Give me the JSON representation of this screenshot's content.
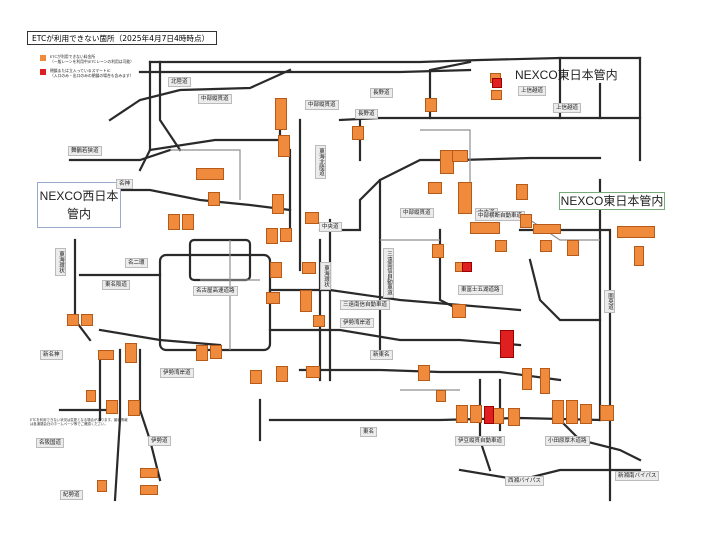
{
  "title": "ETCが利用できない箇所（2025年4月7日4時時点）",
  "legend": [
    {
      "label": "ETCが利用できない料金所",
      "sublabel": "（一般レーンを利用中/ETCレーンの利用は可能）",
      "color": "#f08a3c"
    },
    {
      "label": "閉鎖または立入っているスマートIC",
      "sublabel": "（入口のみ・出口のみの閉鎖の場合も含みます）",
      "color": "#e02020"
    }
  ],
  "regions": {
    "west": "NEXCO西日本管内",
    "east_top": "NEXCO東日本管内",
    "east_mid": "NEXCO東日本管内"
  },
  "roads": {
    "hokuriku": "北陸道",
    "chubu_jukan_1": "中部縦貫道",
    "chubu_jukan_2": "中部縦貫道",
    "chubu_jukan_3": "中部縦貫道",
    "nagano": "長野道",
    "joshinetsu": "上信越道",
    "maizuru": "舞鶴若狭道",
    "meishin": "名神",
    "tokai_hokuriku": "東海北陸道",
    "chuo_1": "中央道",
    "chuo_2": "中央道",
    "meinihan": "名二環",
    "tomei_1": "東名阪道",
    "higashi_fuji": "東富士五湖道路",
    "tokai_kanjo": "東海環状",
    "kensaki": "圏央道",
    "shin_tomei": "新東名",
    "tomei_2": "東名",
    "sanen": "三遠南信自動車道",
    "ise_bay": "伊勢湾岸道",
    "shin_meishin": "新名神",
    "ise": "伊勢道",
    "meihan": "名阪国道",
    "kisei": "紀勢道",
    "izu_jukan": "伊豆縦貫自動車道",
    "odawara": "小田原厚木道路",
    "seisho": "西湘バイパス",
    "shin_shonan": "新湘南バイパス",
    "chubu_odan": "中部横断自動車道",
    "nagoya_hwy": "名古屋高速道路"
  },
  "bottom_note": "ETCを利用できない状況は変更となる場合があります。最新情報は各道路会社のホームページ等でご確認ください。"
}
